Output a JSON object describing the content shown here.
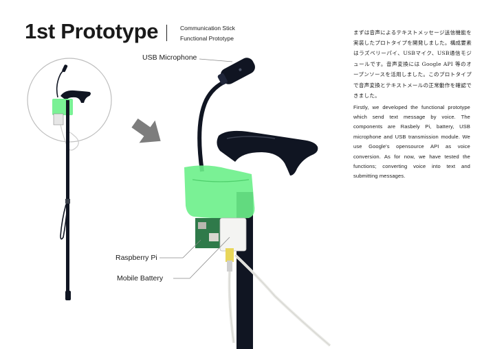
{
  "header": {
    "title": "1st Prototype",
    "subtitle_line1": "Communication Stick",
    "subtitle_line2": "Functional Prototype"
  },
  "description": {
    "japanese": "まずは音声によるテキストメッセージ送信機能を実装したプロトタイプを開発しました。構成要素はラズベリーパイ、USBマイク、USB通信モジュールです。音声変換には Google API 等のオープンソースを活用しました。このプロトタイプで音声変換とテキストメールの正常動作を確認できました。",
    "english": "Firstly, we developed the functional prototype which send text message by voice. The components are Rasbely Pi, battery, USB microphone and USB transmission module. We use Google's opensource API as voice conversion. As for now, we have tested the functions; converting voice into text and submitting messages."
  },
  "callouts": {
    "usb_microphone": "USB Microphone",
    "raspberry_pi": "Raspberry Pi",
    "mobile_battery": "Mobile Battery"
  },
  "colors": {
    "cane": "#101522",
    "tape": "#6cf08a",
    "cable": "#e8e8e4",
    "plug": "#e8d65a",
    "board": "#2f7a4a",
    "arrow": "#7d7d7d"
  }
}
